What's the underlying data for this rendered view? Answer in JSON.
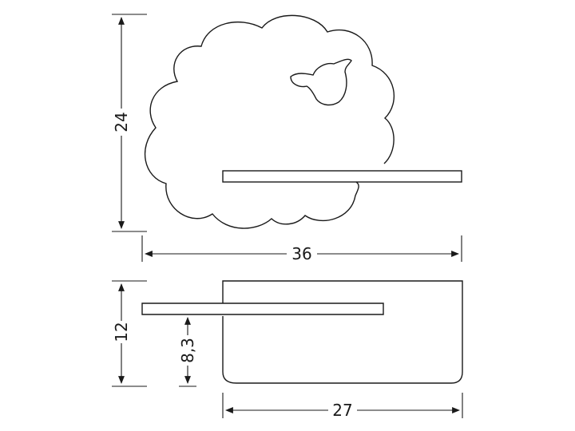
{
  "dimensions": {
    "height_total": "24",
    "width_total": "36",
    "depth_total": "12",
    "shelf_height": "8,3",
    "shelf_width": "27"
  },
  "colors": {
    "line": "#1a1a1a",
    "background": "#ffffff"
  }
}
